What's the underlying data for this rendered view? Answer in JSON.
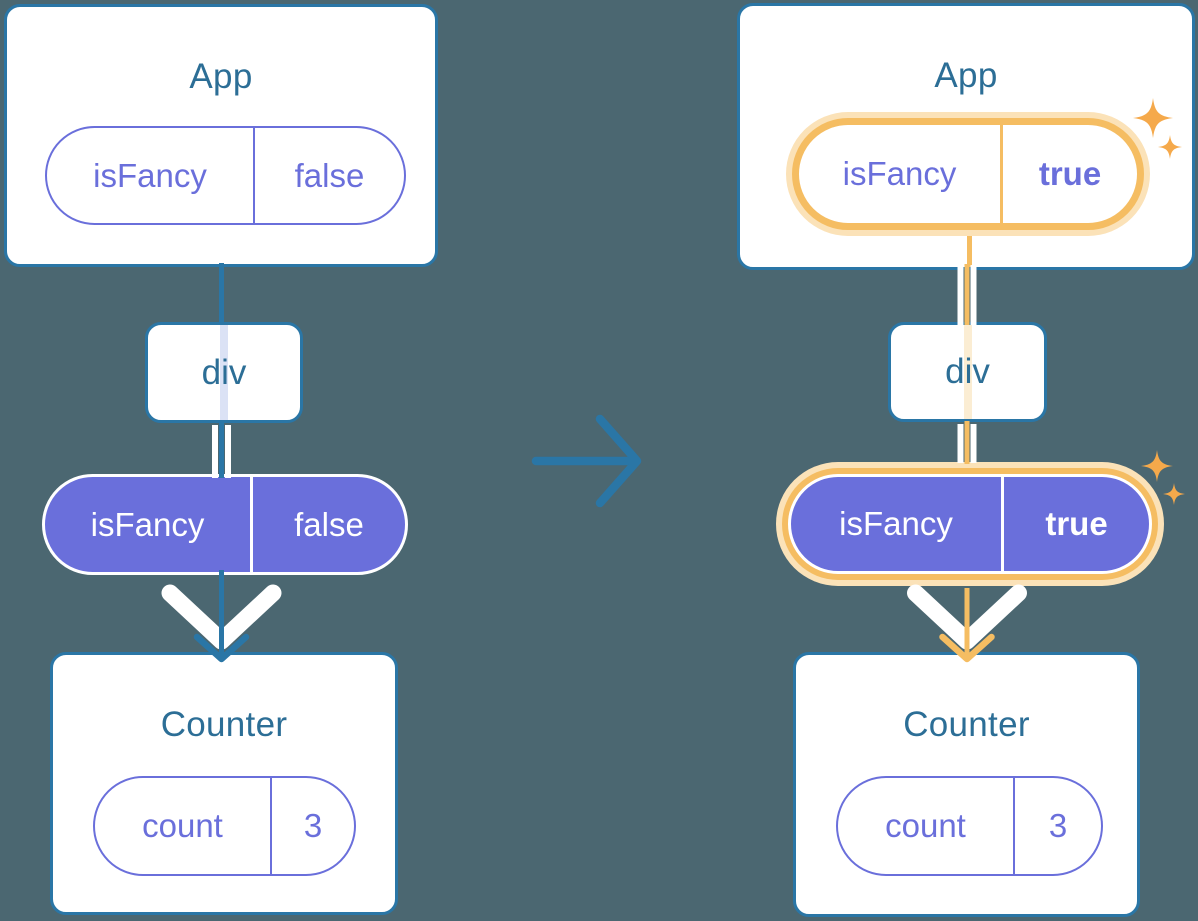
{
  "diagram": {
    "before": {
      "app": {
        "title": "App",
        "prop_name": "isFancy",
        "prop_value": "false"
      },
      "div": {
        "label": "div"
      },
      "passed_prop": {
        "name": "isFancy",
        "value": "false"
      },
      "counter": {
        "title": "Counter",
        "state_name": "count",
        "state_value": "3"
      }
    },
    "after": {
      "app": {
        "title": "App",
        "prop_name": "isFancy",
        "prop_value": "true"
      },
      "div": {
        "label": "div"
      },
      "passed_prop": {
        "name": "isFancy",
        "value": "true"
      },
      "counter": {
        "title": "Counter",
        "state_name": "count",
        "state_value": "3"
      }
    }
  },
  "colors": {
    "bg": "#4B6771",
    "line": "#2A76A6",
    "title": "#2C6E96",
    "purple": "#6A6FDB",
    "lavender": "#DBE2F5",
    "orange": "#F5BD62",
    "glow": "#FBE2B8",
    "peach": "#FBEDD3",
    "sparkle": "#F5A94B"
  }
}
